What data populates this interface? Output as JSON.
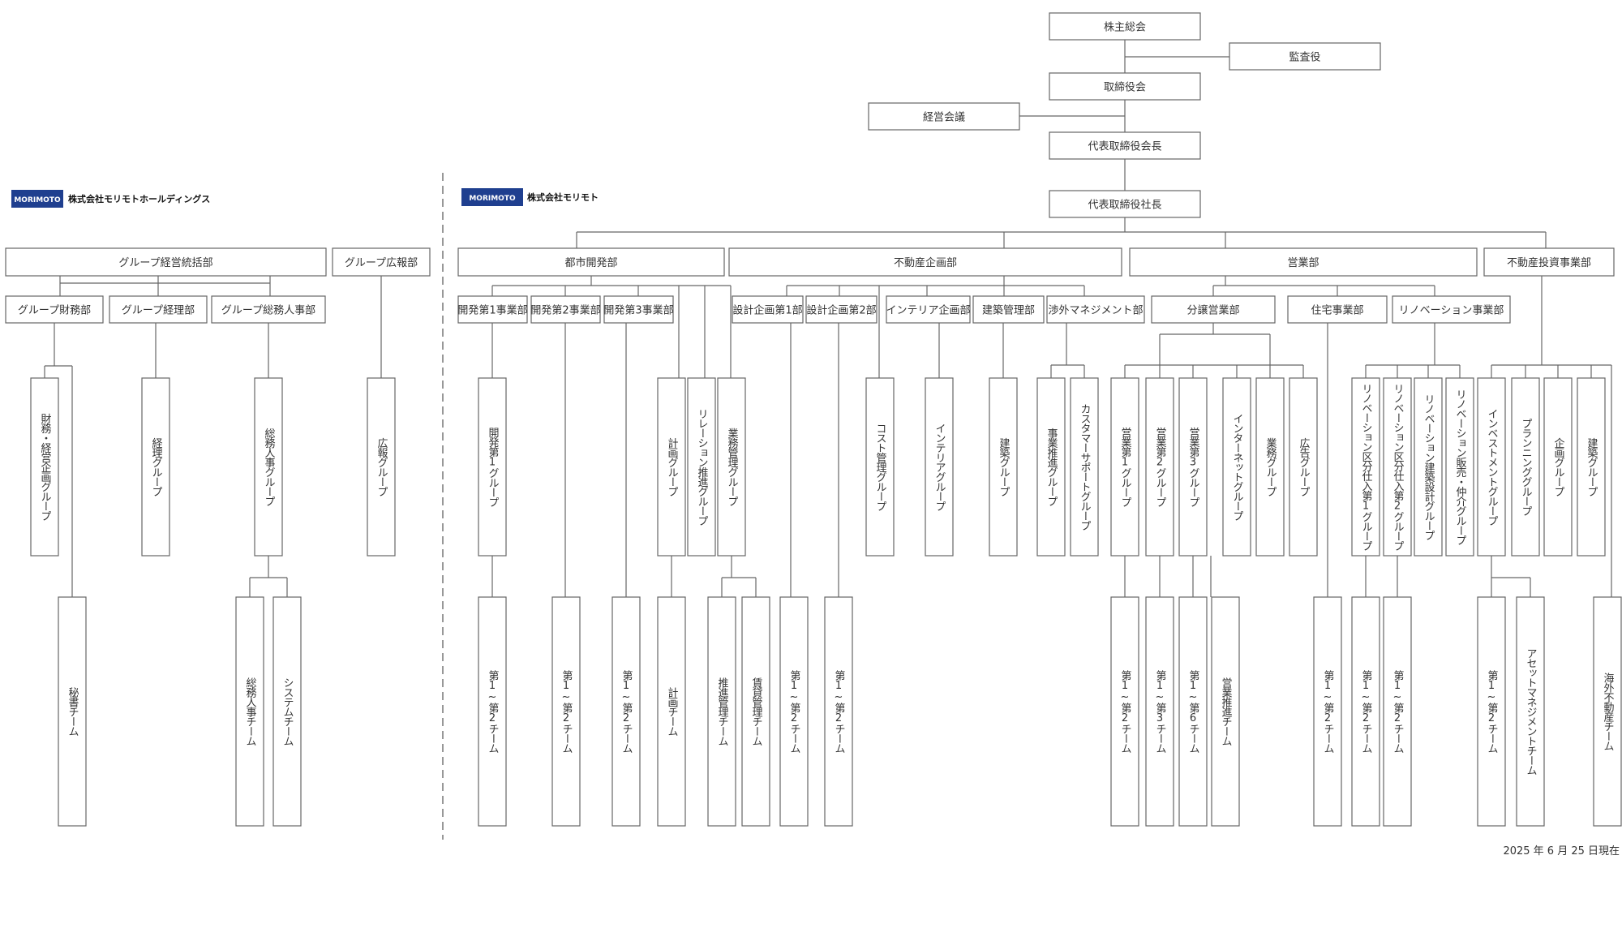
{
  "logos": {
    "holdings": {
      "mark": "MORIMOTO",
      "name": "株式会社モリモトホールディングス"
    },
    "morimoto": {
      "mark": "MORIMOTO",
      "name": "株式会社モリモト"
    }
  },
  "top": {
    "shareholders": "株主総会",
    "auditors": "監査役",
    "board": "取締役会",
    "management_meeting": "経営会議",
    "chairman": "代表取締役会長",
    "president": "代表取締役社長"
  },
  "holdings": {
    "group_management": "グループ経営統括部",
    "group_pr": "グループ広報部",
    "group_finance": "グループ財務部",
    "group_accounting": "グループ経理部",
    "group_hr": "グループ総務人事部",
    "finance_planning_group": "財務・経営企画グループ",
    "secretary_team": "秘書チーム",
    "accounting_group": "経理グループ",
    "ga_hr_group": "総務人事グループ",
    "ga_hr_team": "総務人事チーム",
    "system_team": "システムチーム",
    "pr_group": "広報グループ"
  },
  "departments": {
    "urban": "都市開発部",
    "re_planning": "不動産企画部",
    "sales": "営業部",
    "investment": "不動産投資事業部"
  },
  "urban": {
    "dev1": "開発第1事業部",
    "dev2": "開発第2事業部",
    "dev3": "開発第3事業部",
    "dev1_group": "開発第1グループ",
    "team_1_2": "第1~第2チーム",
    "planning_group": "計画グループ",
    "relations_group": "リレーション推進グループ",
    "business_mgmt_group": "業務管理グループ",
    "planning_team": "計画チーム",
    "promotion_mgmt_team": "推進管理チーム",
    "lease_mgmt_team": "賃貸管理チーム"
  },
  "re_planning": {
    "design1": "設計企画第1部",
    "design2": "設計企画第2部",
    "interior": "インテリア企画部",
    "construction_mgmt": "建築管理部",
    "external_mgmt": "渉外マネジメント部",
    "cost_group": "コスト管理グループ",
    "interior_group": "インテリアグループ",
    "construction_group": "建築グループ",
    "business_promo_group": "事業推進グループ",
    "customer_support_group": "カスタマーサポートグループ",
    "team_1_2": "第1~第2チーム"
  },
  "sales": {
    "condo_sales": "分譲営業部",
    "housing": "住宅事業部",
    "renovation": "リノベーション事業部",
    "sales1_group": "営業第1グループ",
    "sales2_group": "営業第2グループ",
    "sales3_group": "営業第3グループ",
    "internet_group": "インターネットグループ",
    "operations_group": "業務グループ",
    "ad_group": "広告グループ",
    "team_1_2": "第1~第2チーム",
    "team_1_3": "第1~第3チーム",
    "team_1_6": "第1~第6チーム",
    "sales_promo_team": "営業推進チーム",
    "reno_purchase1": "リノベーション区分仕入第1グループ",
    "reno_purchase2": "リノベーション区分仕入第2グループ",
    "reno_design": "リノベーション建築設計グループ",
    "reno_brokerage": "リノベーション販売・仲介グループ"
  },
  "investment": {
    "investment_group": "インベストメントグループ",
    "planning_group_pl": "プランニンググループ",
    "kikaku_group": "企画グループ",
    "construction_group": "建築グループ",
    "team_1_2": "第1~第2チーム",
    "asset_mgmt_team": "アセットマネジメントチーム",
    "overseas_team": "海外不動産チーム"
  },
  "as_of": "2025 年 6 月 25 日現在"
}
